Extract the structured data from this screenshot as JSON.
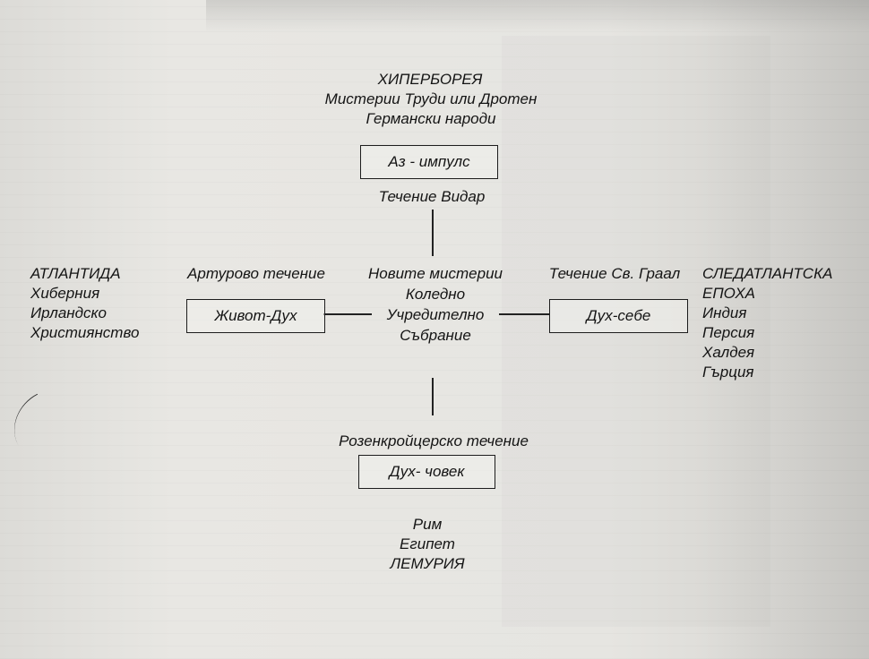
{
  "north": {
    "title": "ХИПЕРБОРЕЯ",
    "line1": "Мистерии Труди или Дротен",
    "line2": "Германски народи",
    "box": "Аз - импулс",
    "stream": "Течение Видар"
  },
  "west": {
    "lines": [
      "АТЛАНТИДА",
      "Хиберния",
      "Ирландско",
      "Християнство"
    ],
    "stream": "Артурово течение",
    "box": "Живот-Дух"
  },
  "center": {
    "title": "Новите мистерии",
    "lines": [
      "Коледно",
      "Учредително",
      "Събрание"
    ]
  },
  "east": {
    "stream": "Течение Св. Граал",
    "box": "Дух-себе",
    "lines": [
      "СЛЕДАТЛАНТСКА",
      "ЕПОХА",
      "Индия",
      "Персия",
      "Халдея",
      "Гърция"
    ]
  },
  "south": {
    "stream": "Розенкройцерско течение",
    "box": "Дух- човек",
    "lines": [
      "Рим",
      "Египет",
      "ЛЕМУРИЯ"
    ]
  }
}
